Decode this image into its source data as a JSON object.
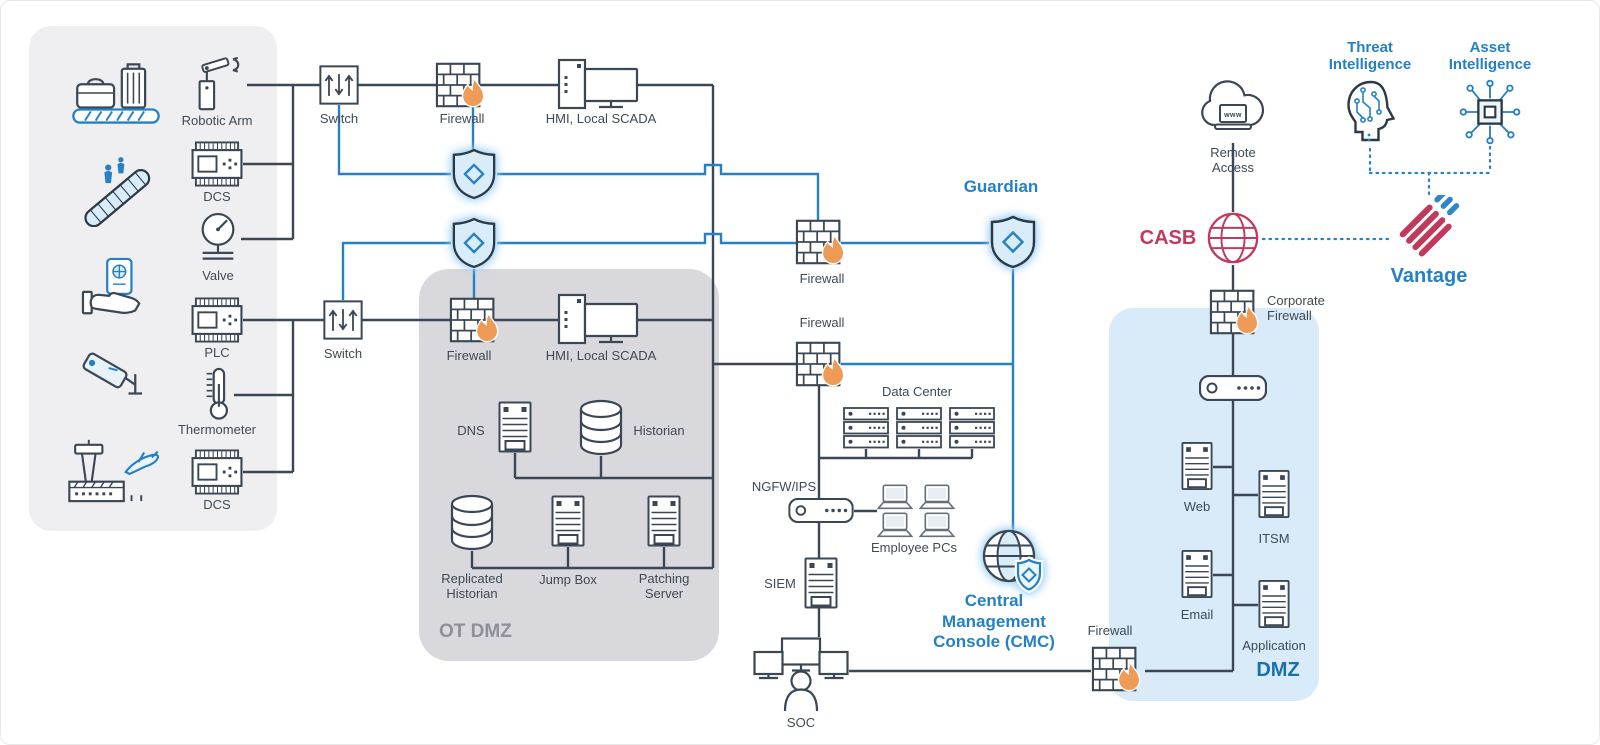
{
  "colors": {
    "accent_blue": "#2581c4",
    "line_dark": "#3b4754",
    "crimson": "#c13a5e",
    "flame_orange": "#ee9b57",
    "plant_panel_bg": "#efeff1",
    "ot_dmz_bg": "#d8d8dd",
    "dmz_bg": "#d9eaf8",
    "ot_dmz_label_color": "#8f9099",
    "dmz_label_color": "#1a6fad",
    "shield_fill": "#d9ecf9"
  },
  "plant": {
    "icons": [
      "luggage-conveyor",
      "escalator",
      "passport-control",
      "security-camera",
      "airport-tower"
    ]
  },
  "field_devices": {
    "robotic_arm": "Robotic Arm",
    "dcs_top": "DCS",
    "valve": "Valve",
    "plc": "PLC",
    "thermometer": "Thermometer",
    "dcs_bottom": "DCS"
  },
  "process": {
    "switch_top": "Switch",
    "switch_bottom": "Switch",
    "firewall_top": "Firewall",
    "hmi_top": "HMI, Local SCADA"
  },
  "ot_dmz": {
    "label": "OT DMZ",
    "firewall": "Firewall",
    "hmi": "HMI, Local SCADA",
    "dns": "DNS",
    "historian": "Historian",
    "replicated_historian": "Replicated Historian",
    "jump_box": "Jump Box",
    "patching_server": "Patching Server"
  },
  "it": {
    "firewall_upper": "Firewall",
    "firewall_lower": "Firewall",
    "data_center": "Data Center",
    "ngfw": "NGFW/IPS",
    "employee_pcs": "Employee PCs",
    "siem": "SIEM",
    "soc": "SOC"
  },
  "nozomi": {
    "guardian": "Guardian",
    "cmc": "Central Management Console (CMC)",
    "threat_intelligence": "Threat Intelligence",
    "asset_intelligence": "Asset Intelligence",
    "vantage": "Vantage"
  },
  "cloud": {
    "remote_access": "Remote Access",
    "casb": "CASB",
    "www_label": "www"
  },
  "dmz": {
    "label": "DMZ",
    "corporate_firewall": "Corporate Firewall",
    "firewall": "Firewall",
    "web": "Web",
    "itsm": "ITSM",
    "email": "Email",
    "application": "Application"
  }
}
